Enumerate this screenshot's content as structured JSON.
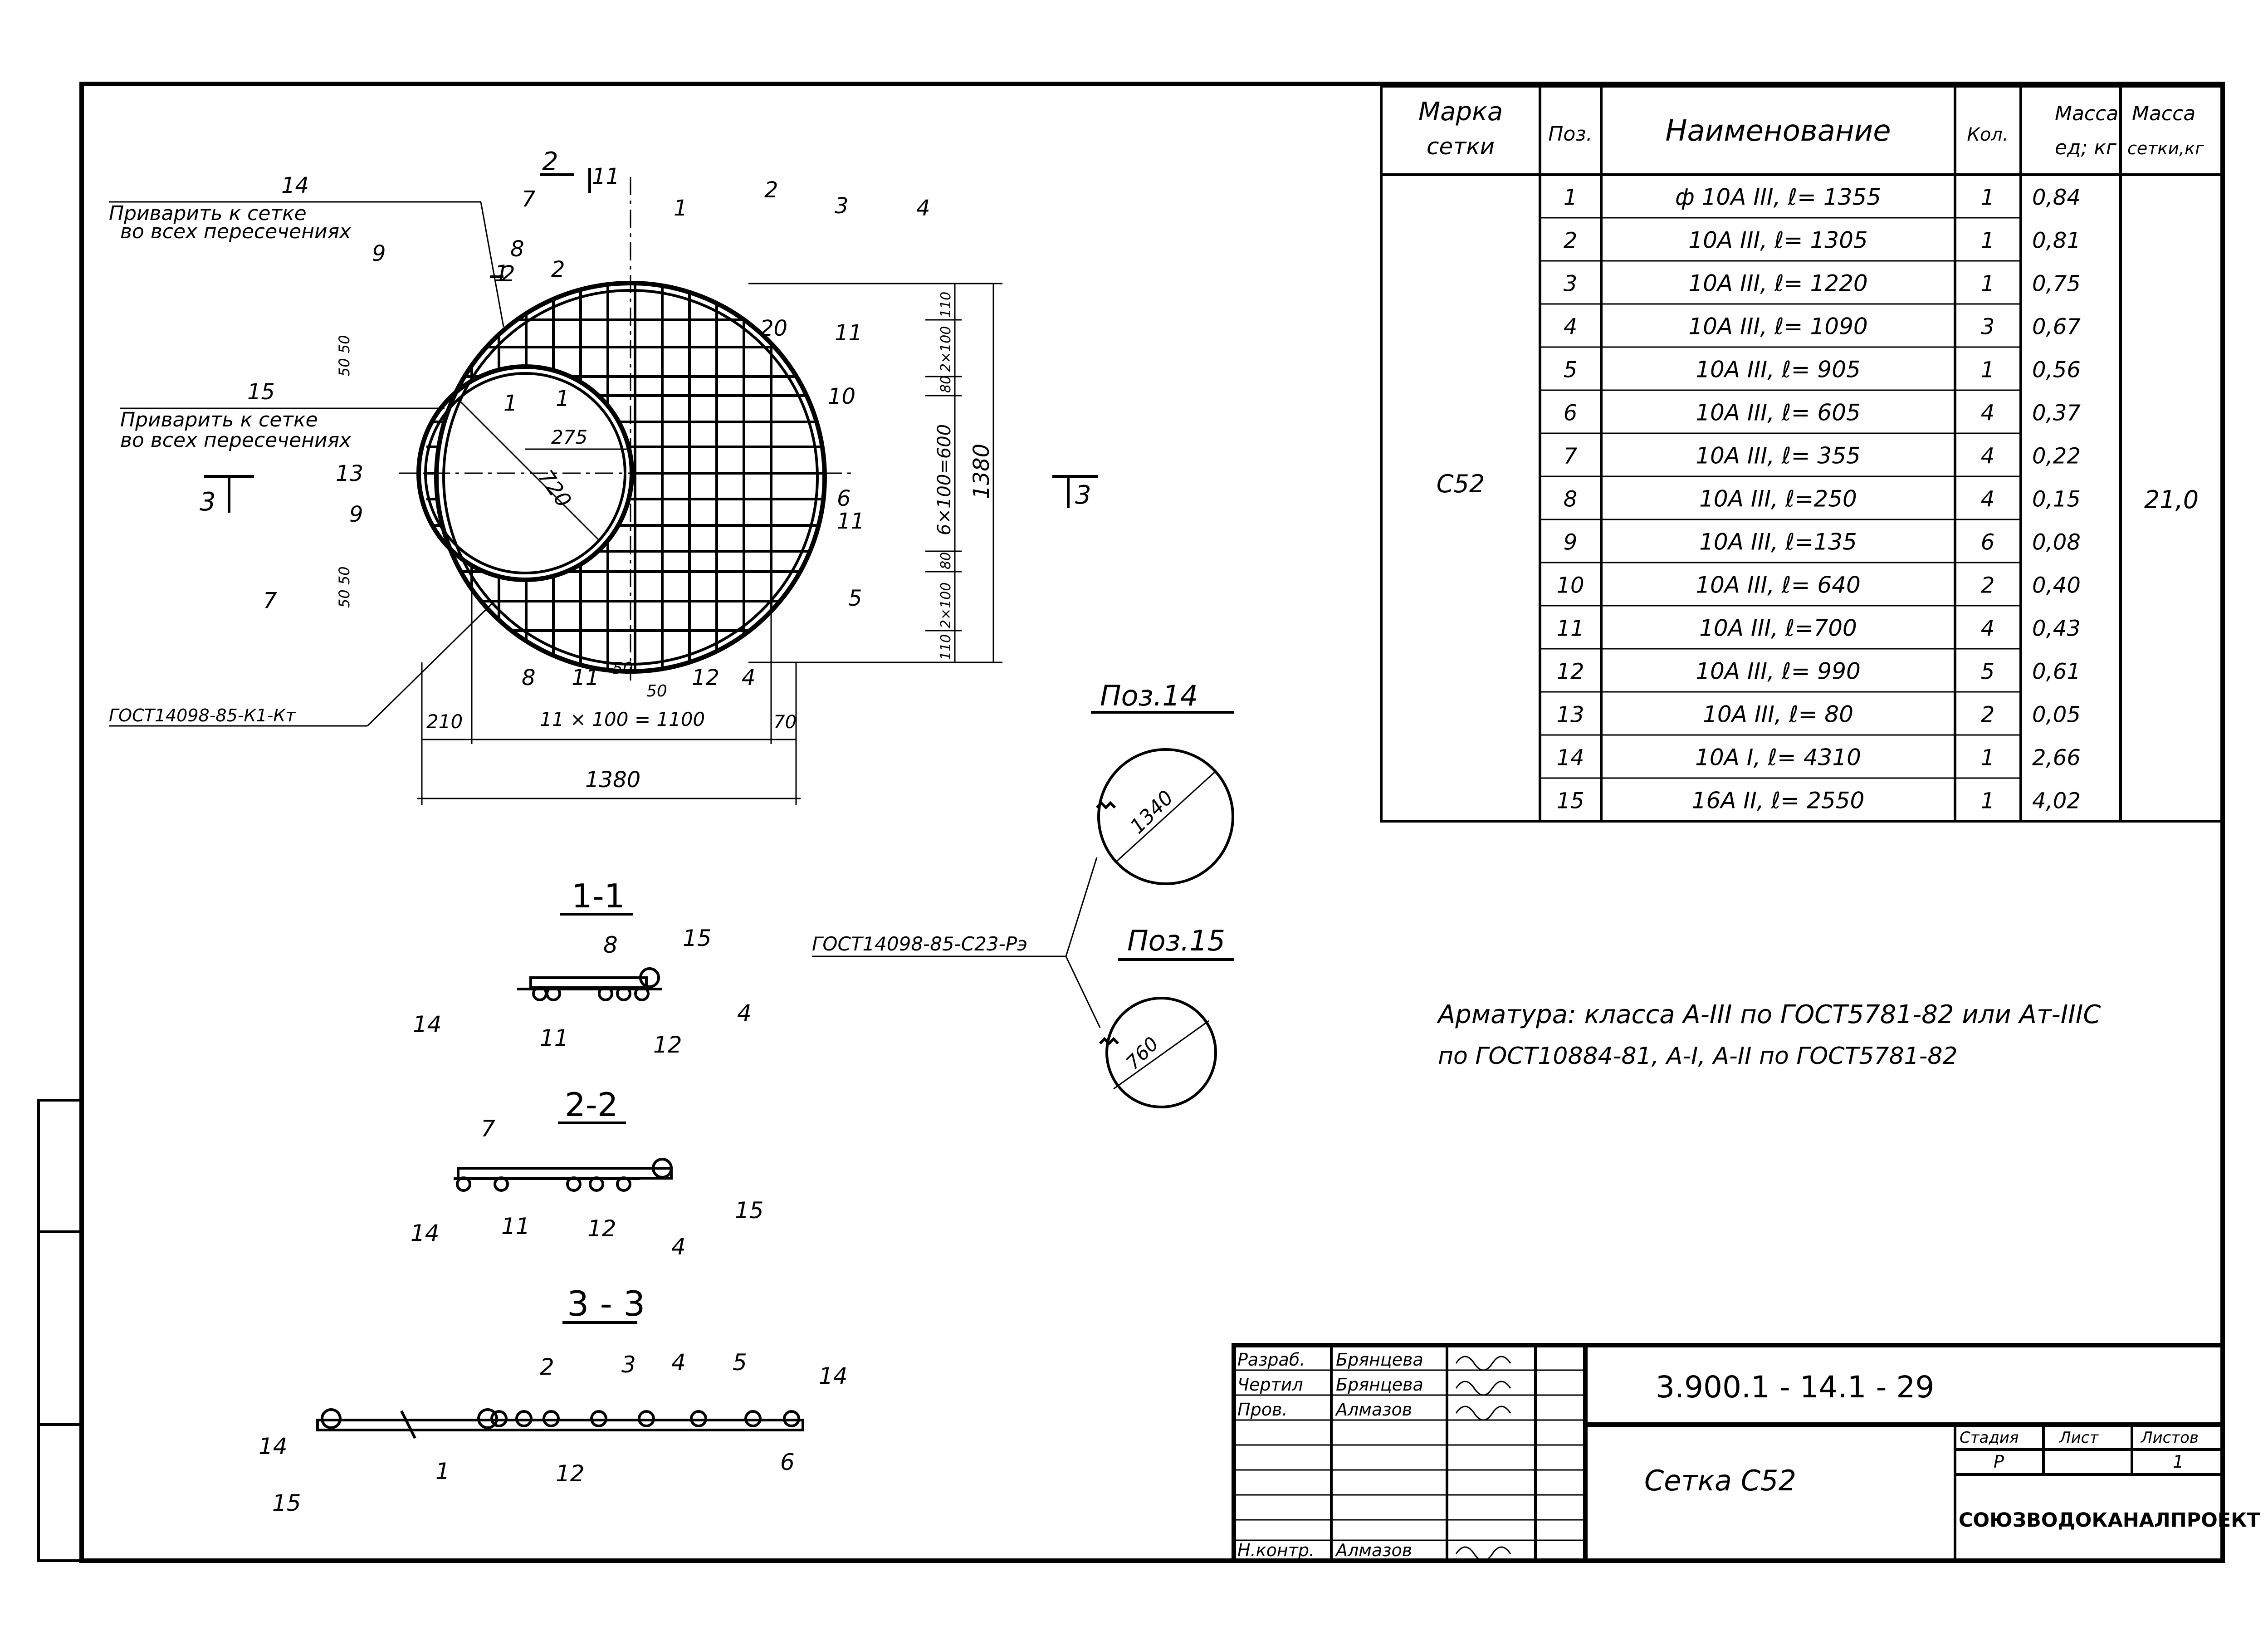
{
  "spec_table": {
    "headers": {
      "mark": "Марка сетки",
      "pos": "Поз.",
      "name": "Наименование",
      "qty": "Кол.",
      "unit_mass": "Масса ед; кг",
      "mesh_mass": "Масса сетки,кг"
    },
    "mark_value": "С52",
    "total_mass": "21,0",
    "rows": [
      {
        "pos": "1",
        "name": "ф 10А III, ℓ= 1355",
        "qty": "1",
        "mass": "0,84"
      },
      {
        "pos": "2",
        "name": "10А III, ℓ= 1305",
        "qty": "1",
        "mass": "0,81"
      },
      {
        "pos": "3",
        "name": "10А III, ℓ= 1220",
        "qty": "1",
        "mass": "0,75"
      },
      {
        "pos": "4",
        "name": "10А III, ℓ= 1090",
        "qty": "3",
        "mass": "0,67"
      },
      {
        "pos": "5",
        "name": "10А III, ℓ= 905",
        "qty": "1",
        "mass": "0,56"
      },
      {
        "pos": "6",
        "name": "10А III, ℓ= 605",
        "qty": "4",
        "mass": "0,37"
      },
      {
        "pos": "7",
        "name": "10А III, ℓ= 355",
        "qty": "4",
        "mass": "0,22"
      },
      {
        "pos": "8",
        "name": "10А III, ℓ=250",
        "qty": "4",
        "mass": "0,15"
      },
      {
        "pos": "9",
        "name": "10А III, ℓ=135",
        "qty": "6",
        "mass": "0,08"
      },
      {
        "pos": "10",
        "name": "10А III, ℓ= 640",
        "qty": "2",
        "mass": "0,40"
      },
      {
        "pos": "11",
        "name": "10А III, ℓ=700",
        "qty": "4",
        "mass": "0,43"
      },
      {
        "pos": "12",
        "name": "10А III, ℓ= 990",
        "qty": "5",
        "mass": "0,61"
      },
      {
        "pos": "13",
        "name": "10А III, ℓ= 80",
        "qty": "2",
        "mass": "0,05"
      },
      {
        "pos": "14",
        "name": "10А I, ℓ= 4310",
        "qty": "1",
        "mass": "2,66"
      },
      {
        "pos": "15",
        "name": "16А II, ℓ= 2550",
        "qty": "1",
        "mass": "4,02"
      }
    ]
  },
  "plan": {
    "weld_note_1": [
      "Приварить к сетке",
      "во всех пересечениях"
    ],
    "weld_note_2": [
      "Приварить к сетке",
      "во всех пересечениях"
    ],
    "gost_weld": "ГОСТ14098-85-К1-Кт",
    "dim_overall_w": "1380",
    "dim_overall_h": "1380",
    "dim_grid": "11 × 100 = 1100",
    "dim_left": "210",
    "dim_right": "70",
    "dim_ring": "720",
    "dim_offset": "275",
    "dim_vert_mid": "6×100=600",
    "dim_vert_top": "2×100",
    "dim_vert_bot": "2×100",
    "dim_110_top": "110",
    "dim_110_bot": "110",
    "dim_80_top": "80",
    "dim_80_bot": "80",
    "dim_50": "50",
    "dim_5050_top": "50 50",
    "dim_5050_bot": "50 50",
    "section_3": "3",
    "section_1": "1",
    "section_2": "2",
    "labels": [
      "14",
      "7",
      "8",
      "9",
      "15",
      "13",
      "9",
      "7",
      "8",
      "11",
      "12",
      "4",
      "5",
      "6",
      "11",
      "10",
      "20",
      "11",
      "1",
      "2",
      "3",
      "4",
      "11",
      "2",
      "1",
      "1",
      "2"
    ]
  },
  "pos14": {
    "title": "Поз.14",
    "dim": "1340"
  },
  "pos15": {
    "title": "Поз.15",
    "dim": "760"
  },
  "gost_ring": "ГОСТ14098-85-С23-Рэ",
  "section_1_1": {
    "title": "1-1",
    "labels": [
      "8",
      "15",
      "14",
      "11",
      "12",
      "4"
    ]
  },
  "section_2_2": {
    "title": "2-2",
    "labels": [
      "7",
      "14",
      "11",
      "12",
      "4",
      "15"
    ]
  },
  "section_3_3": {
    "title": "3 - 3",
    "labels": [
      "2",
      "3",
      "4",
      "5",
      "14",
      "14",
      "15",
      "1",
      "12",
      "6"
    ]
  },
  "note": [
    "Арматура: класса А-III по ГОСТ5781-82 или Ат-IIIС",
    "по ГОСТ10884-81, А-I, А-II по ГОСТ5781-82"
  ],
  "title_block": {
    "code": "3.900.1 - 14.1 - 29",
    "name": "Сетка С52",
    "org": "СОЮЗВОДОКАНАЛПРОЕКТ",
    "roles": [
      {
        "role": "Разраб.",
        "name": "Брянцева"
      },
      {
        "role": "Чертил",
        "name": "Брянцева"
      },
      {
        "role": "Пров.",
        "name": "Алмазов"
      },
      {
        "role": "Н.контр.",
        "name": "Алмазов"
      }
    ],
    "stage_label": "Стадия",
    "sheet_label": "Лист",
    "sheets_label": "Листов",
    "stage": "Р",
    "sheet": "",
    "sheets": "1"
  }
}
